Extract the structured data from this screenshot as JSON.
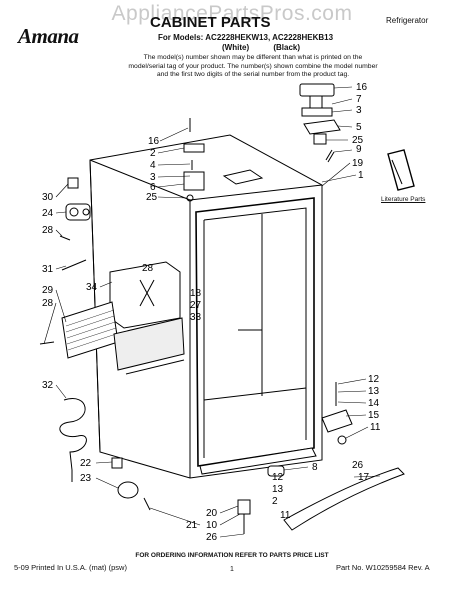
{
  "watermark": "AppliancePartsPros.com",
  "brand": "Amana",
  "title": "CABINET PARTS",
  "category": "Refrigerator",
  "models_line": "For Models: AC2228HEKW13, AC2228HEKB13",
  "colors": [
    "(White)",
    "(Black)"
  ],
  "note": "The model(s) number shown may be different than what is printed on the model/serial tag of your product. The number(s) shown combine the model number and the first two digits of the serial number from the product tag.",
  "literature_label": "Literature Parts",
  "ordering_line": "FOR ORDERING INFORMATION REFER TO PARTS PRICE LIST",
  "footer": {
    "left": "5-09 Printed In U.S.A. (mat) (psw)",
    "page": "1",
    "right": "Part No. W10259584 Rev. A"
  },
  "callouts": {
    "c16a": "16",
    "c7a": "7",
    "c3a": "3",
    "c5": "5",
    "c25a": "25",
    "c9": "9",
    "c19": "19",
    "c1": "1",
    "c16b": "16",
    "c2a": "2",
    "c4": "4",
    "c3b": "3",
    "c6": "6",
    "c25b": "25",
    "c30": "30",
    "c24": "24",
    "c28a": "28",
    "c31": "31",
    "c34": "34",
    "c28b": "28",
    "c18": "18",
    "c29": "29",
    "c28c": "28",
    "c27": "27",
    "c33": "33",
    "c32": "32",
    "c12a": "12",
    "c13a": "13",
    "c14": "14",
    "c15": "15",
    "c11a": "11",
    "c26a": "26",
    "c22": "22",
    "c23": "23",
    "c8": "8",
    "c12b": "12",
    "c13b": "13",
    "c2b": "2",
    "c17": "17",
    "c20": "20",
    "c21": "21",
    "c10": "10",
    "c11b": "11",
    "c26b": "26"
  }
}
